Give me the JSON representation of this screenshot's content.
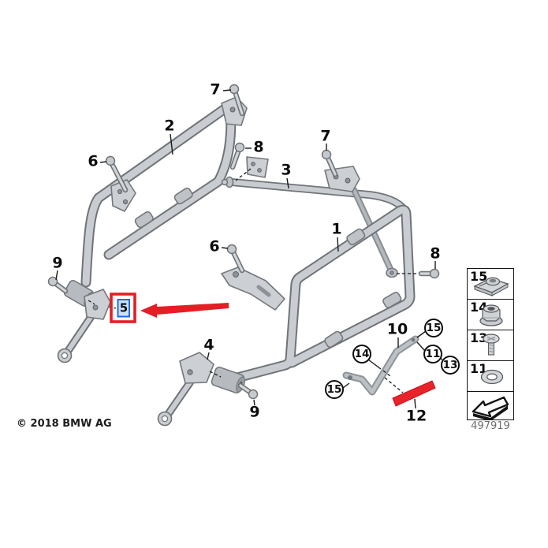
{
  "diagram_title": "BMW case holder / pannier rack parts diagram",
  "callouts": {
    "l7t": "7",
    "l2": "2",
    "l8l": "8",
    "l6l": "6",
    "l3": "3",
    "l7r": "7",
    "l1": "1",
    "l8r": "8",
    "l9l": "9",
    "l6m": "6",
    "l5": "5",
    "l4": "4",
    "l9b": "9",
    "l10": "10",
    "l12": "12",
    "c15t": "15",
    "c11": "11",
    "c13": "13",
    "c14": "14",
    "c15l": "15"
  },
  "annotations": {
    "highlighted_part": "5",
    "highlight_shape": "red-box-with-arrow"
  },
  "legend": {
    "items": [
      {
        "number": "15",
        "icon": "clip-nut-icon"
      },
      {
        "number": "14",
        "icon": "flange-nut-icon"
      },
      {
        "number": "13",
        "icon": "screw-icon"
      },
      {
        "number": "11",
        "icon": "washer-icon"
      }
    ],
    "direction_box_icon": "direction-arrow-icon"
  },
  "footer": {
    "copyright": "© 2018 BMW AG",
    "drawing_number": "497919"
  },
  "colors": {
    "highlight_red": "#e31e24",
    "selection_blue": "#1e6bf0",
    "selection_fill": "#cfe2fc",
    "part12_red": "#e8232a",
    "tube_fill": "#c9cdd1",
    "tube_outline": "#6f7478"
  }
}
